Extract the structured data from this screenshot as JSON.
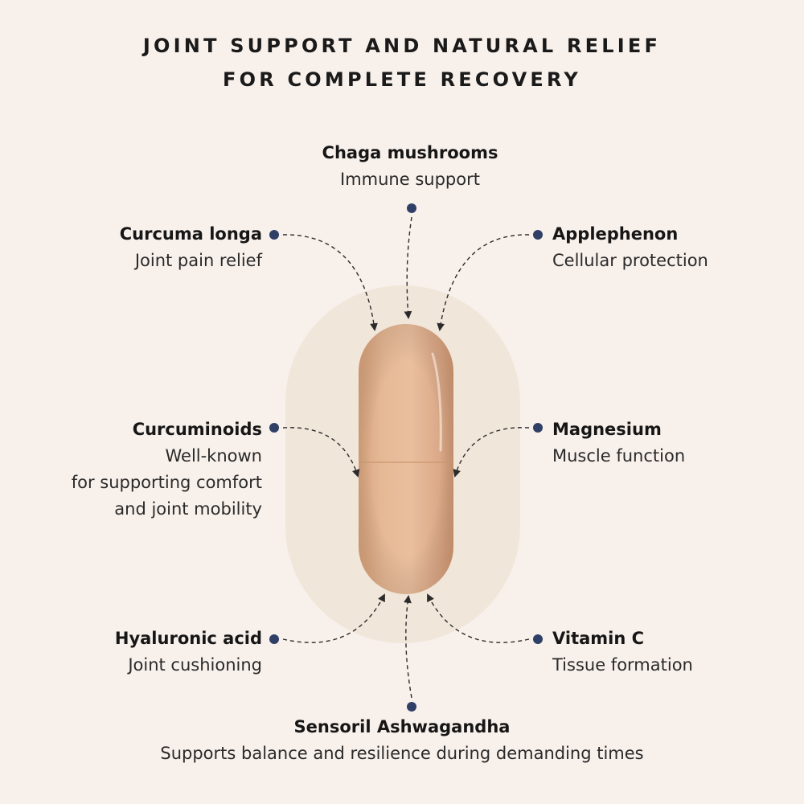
{
  "title": {
    "line1": "JOINT SUPPORT AND NATURAL RELIEF",
    "line2": "FOR COMPLETE RECOVERY"
  },
  "ingredients": {
    "chaga": {
      "name": "Chaga mushrooms",
      "desc": "Immune support"
    },
    "curcuma": {
      "name": "Curcuma longa",
      "desc": "Joint pain relief"
    },
    "applephenon": {
      "name": "Applephenon",
      "desc": "Cellular protection"
    },
    "curcuminoids": {
      "name": "Curcuminoids",
      "desc1": "Well-known",
      "desc2": "for supporting comfort",
      "desc3": "and joint mobility"
    },
    "magnesium": {
      "name": "Magnesium",
      "desc": "Muscle function"
    },
    "hyaluronic": {
      "name": "Hyaluronic acid",
      "desc": "Joint cushioning"
    },
    "vitamin_c": {
      "name": "Vitamin C",
      "desc": "Tissue formation"
    },
    "sensoril": {
      "name": "Sensoril Ashwagandha",
      "desc": "Supports balance and resilience during demanding times"
    }
  },
  "colors": {
    "background": "#f8f0eb",
    "halo": "#f1e6da",
    "capsule": "#e2b38f",
    "dot": "#2f3f66",
    "text": "#1c1c1c"
  },
  "icons": {
    "capsule": "capsule-illustration",
    "dots": "navy-dot",
    "arrows": "dashed-arrow"
  }
}
